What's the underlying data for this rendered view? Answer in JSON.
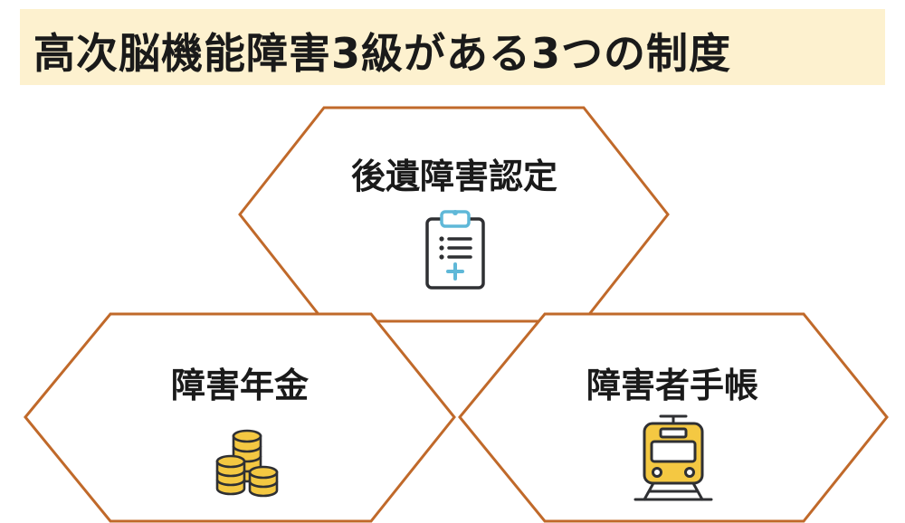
{
  "title": "高次脳機能障害3級がある3つの制度",
  "items": [
    {
      "label": "後遺障害認定",
      "icon": "clipboard-icon"
    },
    {
      "label": "障害年金",
      "icon": "coins-icon"
    },
    {
      "label": "障害者手帳",
      "icon": "train-icon"
    }
  ],
  "colors": {
    "title_background": "#fdf1cf",
    "hex_border": "#c0692a",
    "icon_outline": "#2f3033",
    "icon_accent_blue": "#5fb8d8",
    "icon_accent_yellow": "#f4c842"
  }
}
